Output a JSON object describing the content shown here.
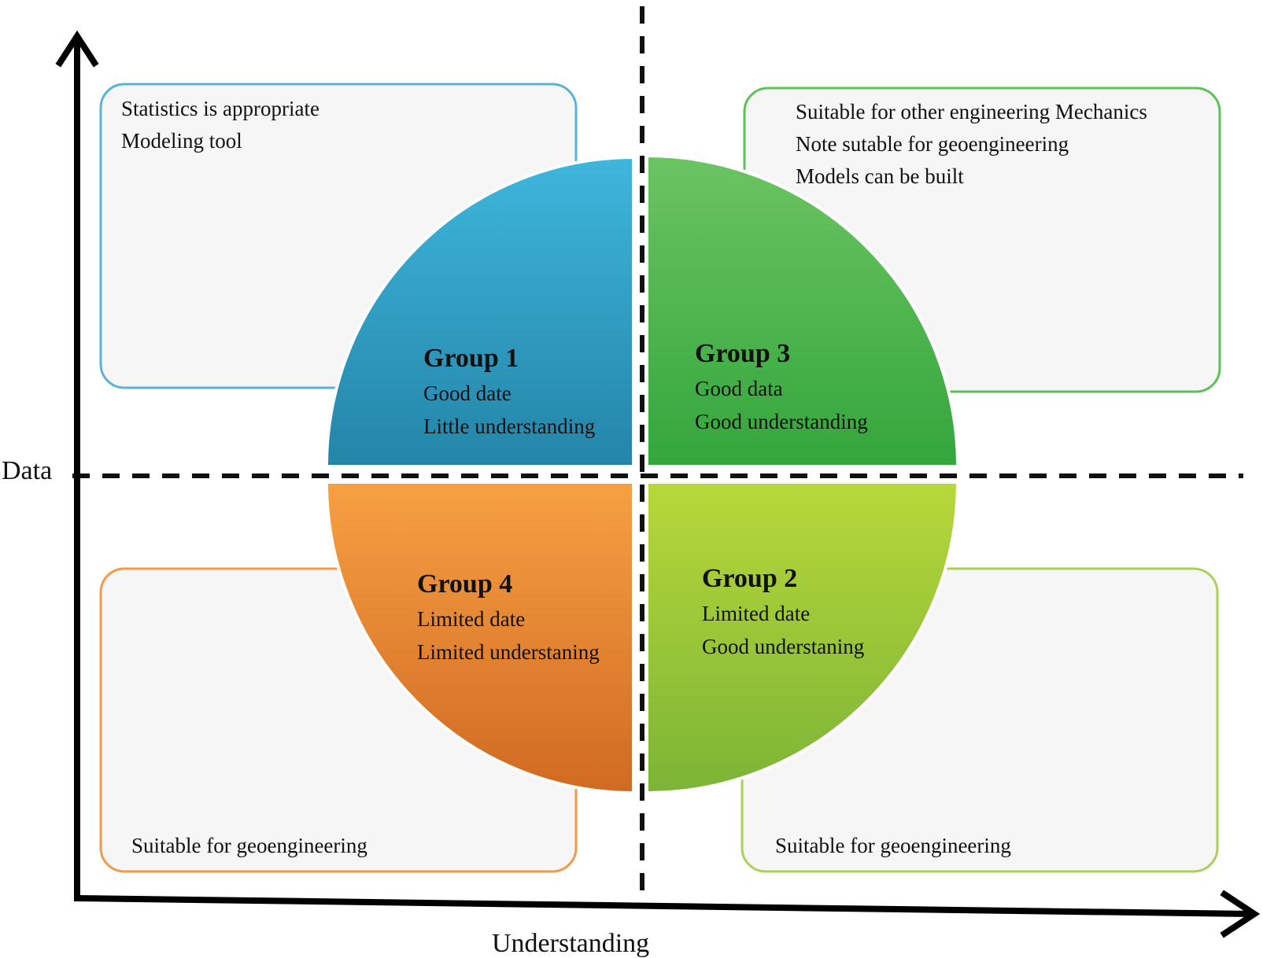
{
  "axes": {
    "y_label": "Data",
    "x_label": "Understanding"
  },
  "boxes": {
    "top_left": {
      "lines": [
        "Statistics is appropriate",
        "Modeling tool"
      ]
    },
    "top_right": {
      "lines": [
        "Suitable for other engineering Mechanics",
        "Note sutable for geoengineering",
        "Models can be built"
      ]
    },
    "bottom_left": {
      "lines": [
        "Suitable for geoengineering"
      ]
    },
    "bottom_right": {
      "lines": [
        "Suitable for geoengineering"
      ]
    }
  },
  "groups": {
    "group1": {
      "title": "Group 1",
      "lines": [
        "Good date",
        "Little understanding"
      ],
      "color": "#2fa0c6"
    },
    "group3": {
      "title": "Group 3",
      "lines": [
        "Good data",
        "Good understanding"
      ],
      "color": "#4cb84a"
    },
    "group4": {
      "title": "Group 4",
      "lines": [
        "Limited date",
        "Limited understaning"
      ],
      "color": "#f08a2c"
    },
    "group2": {
      "title": "Group 2",
      "lines": [
        "Limited date",
        "Good understaning"
      ],
      "color": "#a5cc33"
    }
  },
  "colors": {
    "box_blue": "#5ab2d4",
    "box_green": "#5fbf5a",
    "box_orange": "#f39a4a",
    "box_lime": "#a9d15a",
    "box_fill": "#f6f6f6"
  }
}
